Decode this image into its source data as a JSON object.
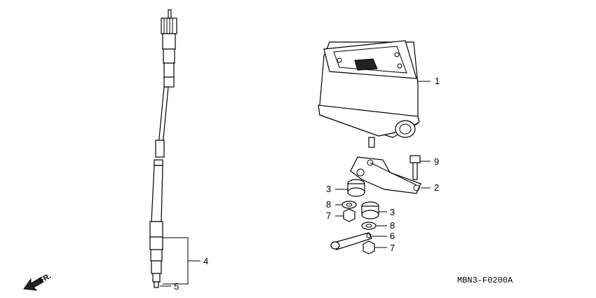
{
  "diagram": {
    "code": "MBN3-F0200A",
    "direction": "FR.",
    "callouts": {
      "meter_case": "1",
      "bracket": "2",
      "grommet_a": "3",
      "grommet_b": "3",
      "cable": "4",
      "cable_tip": "5",
      "clamp": "6",
      "nut_a": "7",
      "nut_b": "7",
      "washer_a": "8",
      "washer_b": "8",
      "bolt": "9"
    }
  }
}
